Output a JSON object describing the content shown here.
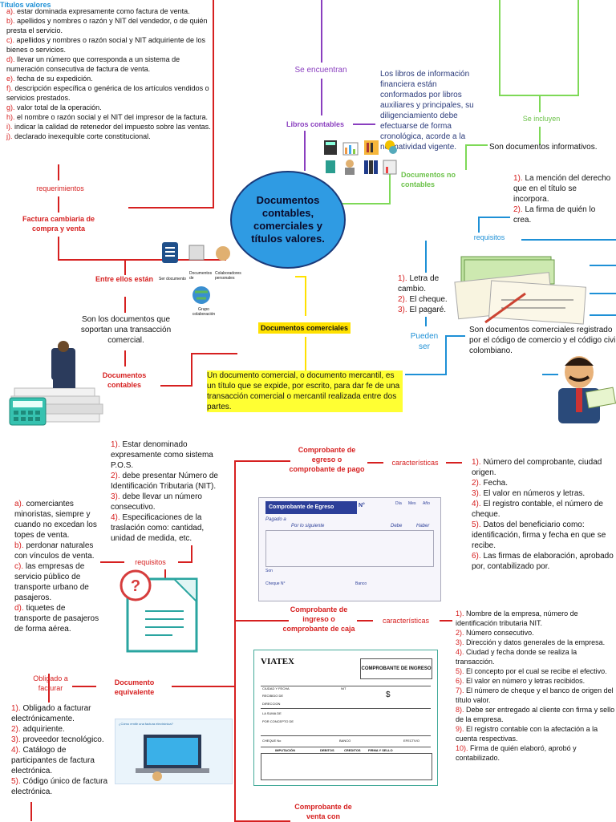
{
  "central": {
    "title": "Documentos contables, comerciales y títulos valores."
  },
  "factura_requisitos": [
    {
      "n": "a).",
      "t": "estar dominada expresamente como factura de venta."
    },
    {
      "n": "b).",
      "t": "apellidos y nombres o razón y NIT del vendedor, o de quién presta el servicio."
    },
    {
      "n": "c).",
      "t": "apellidos y nombres o razón social y NIT adquiriente de los bienes o servicios."
    },
    {
      "n": "d).",
      "t": "llevar un número que corresponda a un sistema de numeración consecutiva de factura de venta."
    },
    {
      "n": "e).",
      "t": "fecha de su expedición."
    },
    {
      "n": "f).",
      "t": "descripción específica o genérica de los artículos vendidos o servicios prestados."
    },
    {
      "n": "g).",
      "t": "valor total de la operación."
    },
    {
      "n": "h).",
      "t": "el nombre o razón social y el NIT del impresor de la factura."
    },
    {
      "n": "i).",
      "t": "indicar la calidad de retenedor del impuesto sobre las ventas."
    },
    {
      "n": "j).",
      "t": "declarado inexequible corte constitucional."
    }
  ],
  "labels": {
    "requerimientos": "requerimientos",
    "factura_cambiaria": "Factura cambiaria de compra y venta",
    "entre_ellos": "Entre ellos están",
    "soportan": "Son los documentos que soportan una transacción comercial.",
    "documentos_contables": "Documentos contables",
    "se_encuentran": "Se encuentran",
    "libros_contables": "Libros contables",
    "libros_desc": "Los libros de información financiera están conformados por libros auxiliares y principales, su diligenciamiento debe efectuarse de forma cronológica, acorde a la normatividad vigente.",
    "se_incluyen": "Se incluyen",
    "docs_no_contables": "Documentos no contables",
    "informativos": "Son documentos informativos.",
    "requisitos_tv": "requisitos",
    "documentos_comerciales": "Documentos comerciales",
    "doc_comercial_desc": "Un documento comercial, o documento mercantil, es un título que se expide, por escrito, para dar fe de una transacción comercial o mercantil realizada entre dos partes.",
    "pueden_ser": "Pueden ser",
    "titulos_desc": "Son documentos comerciales registrado por el código de comercio y el código civil colombiano.",
    "titulos_valores": "Títulos valores",
    "comprobante_egreso": "Comprobante de egreso o comprobante de pago",
    "caracteristicas1": "características",
    "comprobante_ingreso": "Comprobante de ingreso o comprobante de caja",
    "caracteristicas2": "características",
    "requisitos_de": "requisitos",
    "obligado_facturar": "Obligado a facturar",
    "documento_equivalente": "Documento equivalente",
    "comprobante_venta": "Comprobante de venta con"
  },
  "tv_requisitos": [
    {
      "n": "1).",
      "t": "La mención del derecho que en el título se incorpora."
    },
    {
      "n": "2).",
      "t": "La firma de quién lo crea."
    }
  ],
  "tv_tipos": [
    {
      "n": "1).",
      "t": "Letra de cambio."
    },
    {
      "n": "2).",
      "t": "El cheque."
    },
    {
      "n": "3).",
      "t": "El pagaré."
    }
  ],
  "icons_labels": {
    "a": "Ser documento",
    "b": "Documentos de",
    "c": "Colaboradores personales",
    "d": "Grupo colaboración"
  },
  "pos_req": [
    {
      "n": "1).",
      "t": "Estar denominado expresamente como sistema P.O.S."
    },
    {
      "n": "2).",
      "t": "debe presentar Número de Identificación Tributaria (NIT)."
    },
    {
      "n": "3).",
      "t": "debe llevar un número consecutivo."
    },
    {
      "n": "4).",
      "t": "Especificaciones de la traslación como: cantidad, unidad de medida, etc."
    }
  ],
  "exentos": [
    {
      "n": "a).",
      "t": "comerciantes minoristas, siempre y cuando no excedan los topes de venta."
    },
    {
      "n": "b).",
      "t": "perdonar naturales con vínculos de venta."
    },
    {
      "n": "c).",
      "t": "las empresas de servicio público de transporte urbano de pasajeros."
    },
    {
      "n": "d).",
      "t": "tiquetes de transporte de pasajeros de forma aérea."
    }
  ],
  "obligado": [
    {
      "n": "1).",
      "t": "Obligado a facturar electrónicamente."
    },
    {
      "n": "2).",
      "t": "adquiriente."
    },
    {
      "n": "3).",
      "t": "proveedor tecnológico."
    },
    {
      "n": "4).",
      "t": "Catálogo de participantes de factura electrónica."
    },
    {
      "n": "5).",
      "t": "Código único de factura electrónica."
    }
  ],
  "egreso_car": [
    {
      "n": "1).",
      "t": "Número del comprobante, ciudad origen."
    },
    {
      "n": "2).",
      "t": "Fecha."
    },
    {
      "n": "3).",
      "t": "El valor en números y letras."
    },
    {
      "n": "4).",
      "t": "El registro contable, el número de cheque."
    },
    {
      "n": "5).",
      "t": "Datos del beneficiario como: identificación, firma y fecha en que se recibe."
    },
    {
      "n": "6).",
      "t": "Las firmas de elaboración, aprobado por, contabilizado por."
    }
  ],
  "ingreso_car": [
    {
      "n": "1).",
      "t": "Nombre de la empresa, número de identificación tributaria NIT."
    },
    {
      "n": "2).",
      "t": "Número consecutivo."
    },
    {
      "n": "3).",
      "t": "Dirección y datos generales de la empresa."
    },
    {
      "n": "4).",
      "t": "Ciudad y fecha donde se realiza la transacción."
    },
    {
      "n": "5).",
      "t": "El concepto por el cual se recibe el efectivo."
    },
    {
      "n": "6).",
      "t": "El valor en número y letras recibidos."
    },
    {
      "n": "7).",
      "t": "El número de cheque y el banco de origen del título valor."
    },
    {
      "n": "8).",
      "t": "Debe ser entregado al cliente con firma y sello de la empresa."
    },
    {
      "n": "9).",
      "t": "El registro contable con la afectación a la cuenta respectivas."
    },
    {
      "n": "10).",
      "t": "Firma de quién elaboró, aprobó y contabilizado."
    }
  ],
  "egreso_form": {
    "title": "Comprobante de Egreso",
    "no": "N°",
    "dia": "Día",
    "mes": "Mes",
    "ano": "Año",
    "pagado": "Pagado a",
    "por": "Por lo siguiente",
    "debe": "Debe",
    "haber": "Haber",
    "son": "Son",
    "cheque": "Cheque N°",
    "banco": "Banco"
  },
  "ingreso_form": {
    "logo": "VIATEX",
    "title": "COMPROBANTE DE INGRESO",
    "ciudad": "CIUDAD Y FECHA",
    "nit": "NIT",
    "recibido": "RECIBIDO DE",
    "direccion": "DIRECCION",
    "suma": "LA SUMA DE",
    "concepto": "POR CONCEPTO DE",
    "cheque": "CHEQUE No",
    "banco": "BANCO",
    "efectivo": "EFECTIVO",
    "imputacion": "IMPUTACIÓN",
    "debitos": "DEBITOS",
    "creditos": "CREDITOS",
    "firma": "FIRMA Y SELLO"
  },
  "laptop_caption": "¿Cómo emitir una factura electrónica?",
  "colors": {
    "red": "#d62020",
    "green": "#7ed957",
    "blue": "#1e90d6",
    "purple": "#8a3fbf",
    "yellow": "#ffe100",
    "oval": "#2f9be3"
  }
}
